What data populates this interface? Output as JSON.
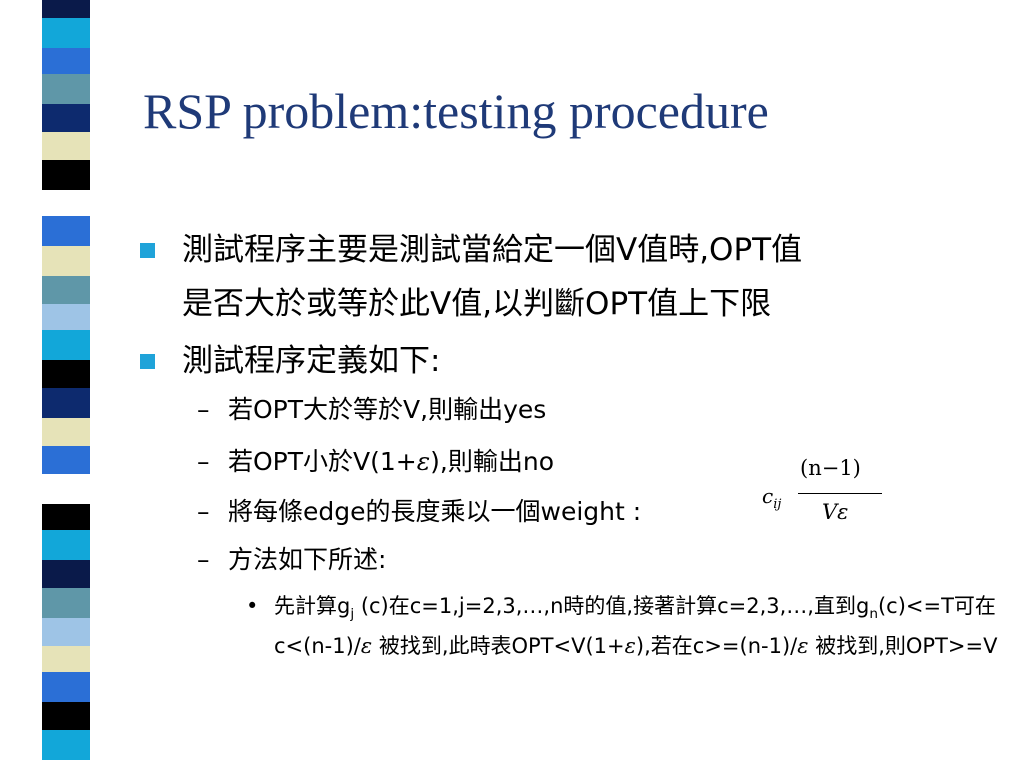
{
  "slide": {
    "title": "RSP problem:testing procedure",
    "bullets": [
      {
        "line1": "測試程序主要是測試當給定一個V值時,OPT值",
        "line2": "是否大於或等於此V值,以判斷OPT值上下限"
      },
      {
        "text": "測試程序定義如下:"
      }
    ],
    "subbullets": [
      {
        "text": "若OPT大於等於V,則輸出yes"
      },
      {
        "pre": "若OPT小於V(1+",
        "eps": "ε",
        "post": "),則輸出no"
      },
      {
        "text": "將每條edge的長度乘以一個weight :"
      },
      {
        "text": "方法如下所述:"
      }
    ],
    "formula": {
      "c": "c",
      "ij": "ij",
      "numerator": "(n−1)",
      "denominator": "Vε"
    },
    "detail": {
      "p1a": "先計算g",
      "p1sub": "j",
      "p1b": " (c)在c=1,j=2,3,…,n時的值,接著計算c=2,3,…,直到g",
      "p1sub2": "n",
      "p1c": "(c)<=T可在c<(n-1)/",
      "eps": "ε",
      "p1d": " 被找到,此時表OPT<V(1+",
      "p1e": "),若在c>=(n-1)/",
      "p1f": " 被找到,則OPT>=V"
    }
  },
  "colors": {
    "title": "#1f3a78",
    "bullet_marker": "#1fa3d9",
    "strip": [
      "#0a1a4a",
      "#2b6fd6",
      "#5f97a8",
      "#12a7d9",
      "#0d2a6e",
      "#e6e3b8",
      "#000000",
      "#9ec4e6",
      "#ffffff"
    ]
  }
}
